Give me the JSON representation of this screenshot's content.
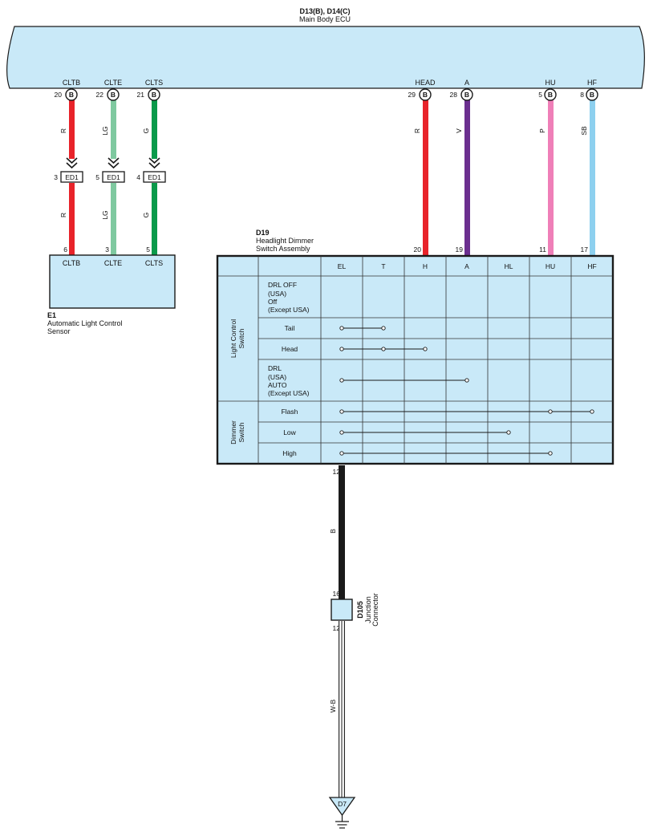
{
  "ecu": {
    "id": "D13(B), D14(C)",
    "name": "Main Body ECU",
    "terminals": [
      {
        "name": "CLTB",
        "pin": "20",
        "conn": "B"
      },
      {
        "name": "CLTE",
        "pin": "22",
        "conn": "B"
      },
      {
        "name": "CLTS",
        "pin": "21",
        "conn": "B"
      },
      {
        "name": "HEAD",
        "pin": "29",
        "conn": "B"
      },
      {
        "name": "A",
        "pin": "28",
        "conn": "B"
      },
      {
        "name": "HU",
        "pin": "5",
        "conn": "B"
      },
      {
        "name": "HF",
        "pin": "8",
        "conn": "B"
      }
    ]
  },
  "wires": [
    {
      "label": "R",
      "color": "#e8232a"
    },
    {
      "label": "LG",
      "color": "#7fc9a0"
    },
    {
      "label": "G",
      "color": "#0a9a4a"
    },
    {
      "label": "R",
      "color": "#e8232a"
    },
    {
      "label": "V",
      "color": "#6b2f8f"
    },
    {
      "label": "P",
      "color": "#ef7fb8"
    },
    {
      "label": "SB",
      "color": "#8dd0ef"
    }
  ],
  "lower_wire_labels": [
    "R",
    "LG",
    "G"
  ],
  "inline_connectors": [
    {
      "pin": "3",
      "id": "ED1"
    },
    {
      "pin": "5",
      "id": "ED1"
    },
    {
      "pin": "4",
      "id": "ED1"
    }
  ],
  "sensor": {
    "id": "E1",
    "name_line1": "Automatic Light Control",
    "name_line2": "Sensor",
    "pins": [
      "6",
      "3",
      "5"
    ],
    "terminals": [
      "CLTB",
      "CLTE",
      "CLTS"
    ]
  },
  "switch": {
    "id": "D19",
    "name_line1": "Headlight Dimmer",
    "name_line2": "Switch Assembly",
    "pins": [
      "20",
      "19",
      "11",
      "17"
    ],
    "columns": [
      "EL",
      "T",
      "H",
      "A",
      "HL",
      "HU",
      "HF"
    ],
    "group_light_line1": "Light Control",
    "group_light_line2": "Switch",
    "group_dimmer_line1": "Dimmer",
    "group_dimmer_line2": "Switch",
    "rows": {
      "off": [
        "DRL OFF",
        "(USA)",
        "Off",
        "(Except USA)"
      ],
      "tail": "Tail",
      "head": "Head",
      "drl": [
        "DRL",
        "(USA)",
        "AUTO",
        "(Except USA)"
      ],
      "flash": "Flash",
      "low": "Low",
      "high": "High"
    },
    "bottom_pin": "12"
  },
  "ground_wire": {
    "upper_label": "B",
    "upper_color": "#1a1a1a",
    "lower_label": "W-B"
  },
  "junction": {
    "id": "D105",
    "name_line1": "Junction",
    "name_line2": "Connector",
    "pin_top": "16",
    "pin_bottom": "12"
  },
  "ground": {
    "id": "D7"
  },
  "colors": {
    "fill": "#c9e9f8",
    "outline": "#1a1a1a"
  }
}
